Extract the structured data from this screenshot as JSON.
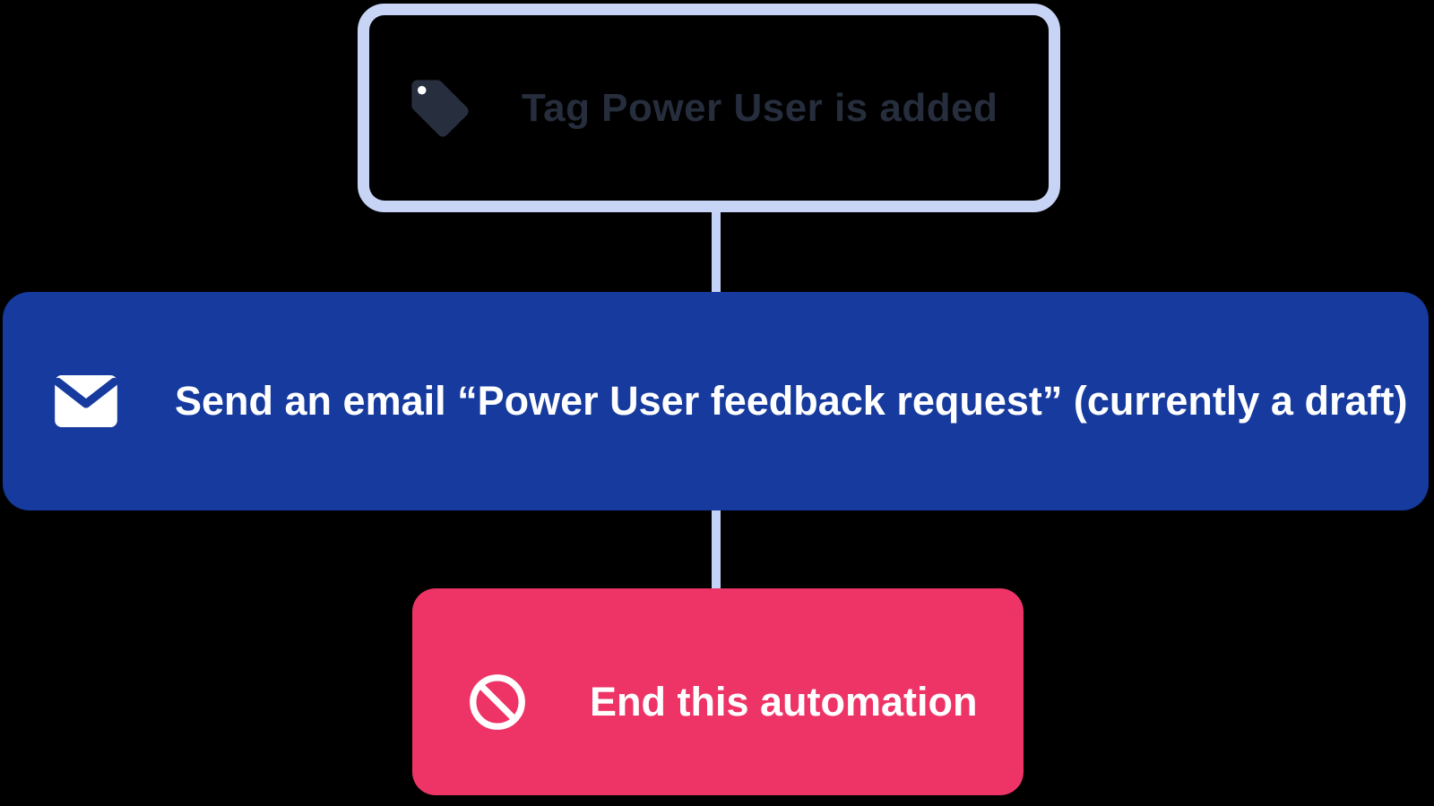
{
  "canvas": {
    "type": "automation-workflow",
    "background": "#000000"
  },
  "colors": {
    "canvas_bg": "#000000",
    "node_border": "#c7d4f6",
    "connector": "#c3d3f7",
    "email_node_bg": "#163a9d",
    "end_node_bg": "#ee3467",
    "trigger_text": "#262d3c",
    "trigger_icon": "#272e3d",
    "node_text_light": "#ffffff"
  },
  "nodes": {
    "trigger": {
      "label": "Tag Power User is added",
      "icon": "tag-icon"
    },
    "email": {
      "label": "Send an email “Power User feedback request” (currently a draft)",
      "icon": "email-icon"
    },
    "end": {
      "label": "End this automation",
      "icon": "block-icon"
    }
  }
}
